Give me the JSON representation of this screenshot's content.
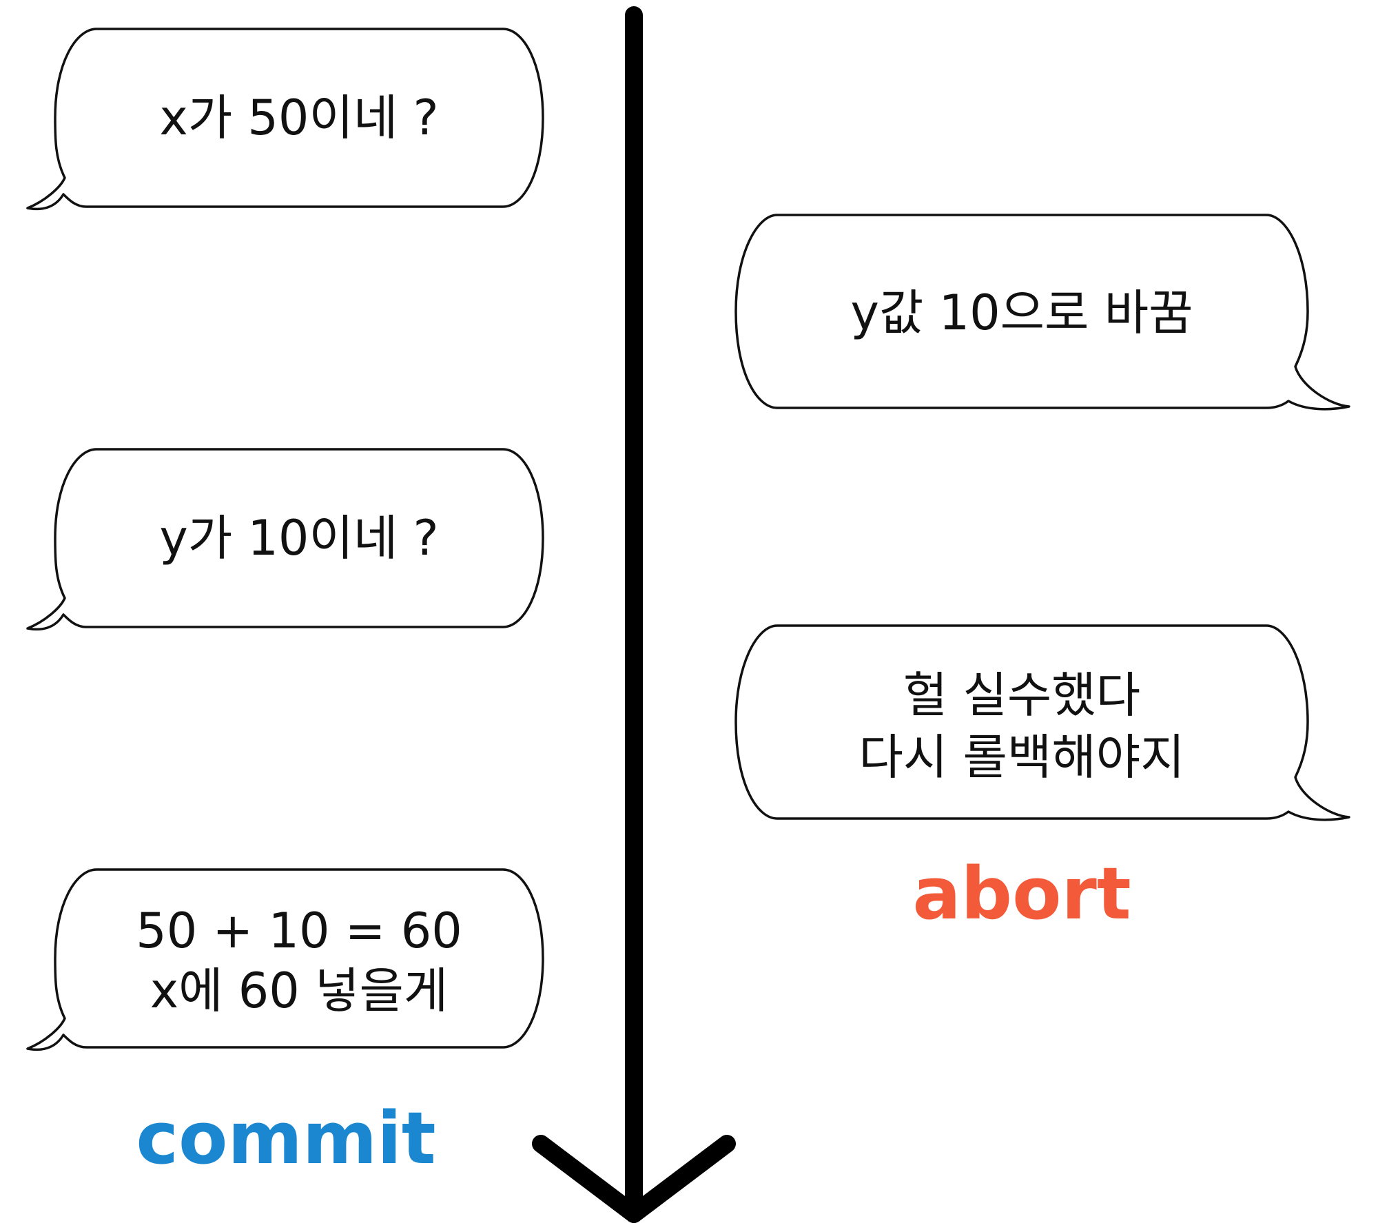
{
  "left_thread": {
    "bubble_1": {
      "line_1": "x가 50이네 ?"
    },
    "bubble_2": {
      "line_1": "y가 10이네 ?"
    },
    "bubble_3": {
      "line_1": "50 + 10 = 60",
      "line_2": "x에 60 넣을게"
    },
    "outcome": "commit"
  },
  "right_thread": {
    "bubble_1": {
      "line_1": "y값 10으로 바꿈"
    },
    "bubble_2": {
      "line_1": "헐 실수했다",
      "line_2": "다시 롤백해야지"
    },
    "outcome": "abort"
  },
  "colors": {
    "commit": "#1a87d0",
    "abort": "#f25a3a",
    "timeline": "#000000"
  }
}
